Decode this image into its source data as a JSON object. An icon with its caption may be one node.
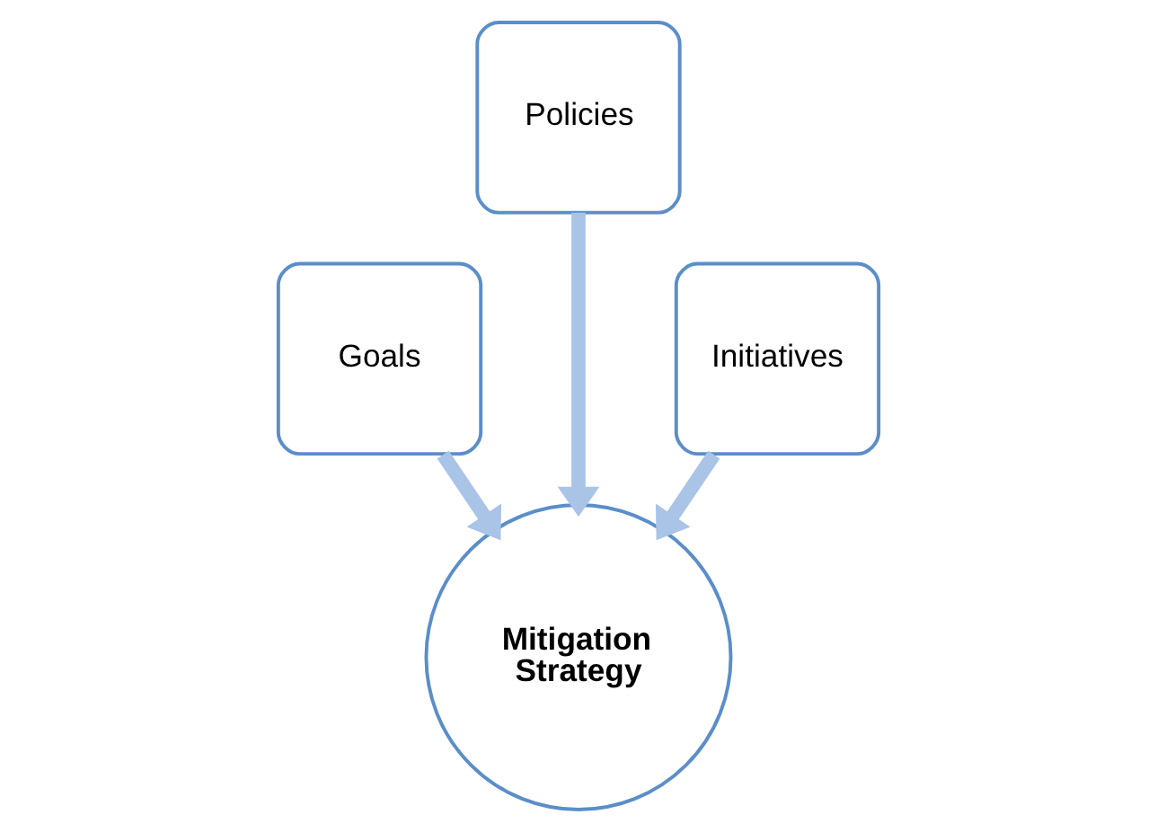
{
  "diagram": {
    "nodes": [
      {
        "text": [
          "Goals"
        ]
      },
      {
        "text": [
          "Policies"
        ]
      },
      {
        "text": [
          "Initiatives"
        ]
      },
      {
        "text": [
          "Mitigation Strategy"
        ]
      }
    ],
    "edges": [
      {
        "from": 0,
        "to": 3,
        "arrow": "to"
      },
      {
        "from": 1,
        "to": 3,
        "arrow": "to"
      },
      {
        "from": 2,
        "to": 3,
        "arrow": "to"
      }
    ]
  }
}
